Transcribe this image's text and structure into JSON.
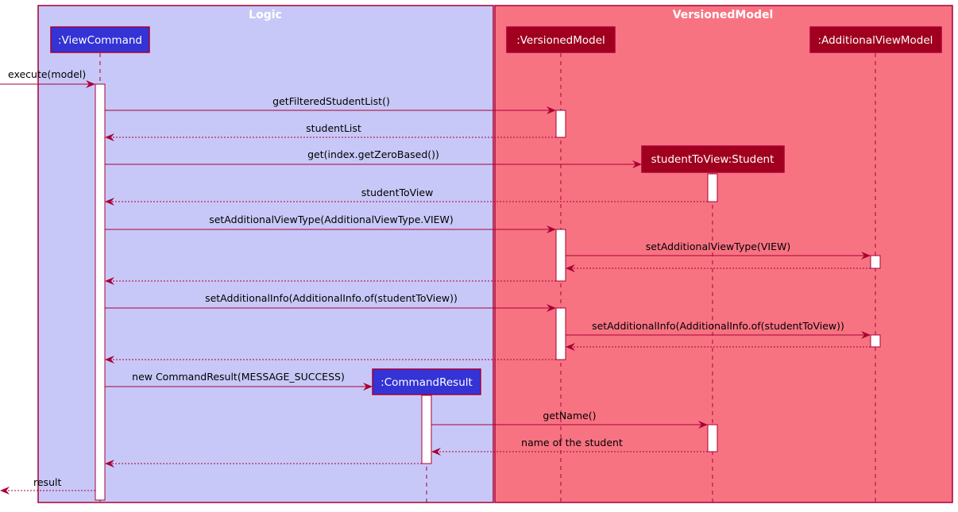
{
  "colors": {
    "logic_box": "#C8C8F8",
    "model_box": "#F87382",
    "box_border": "#A80036",
    "logic_participant": "#3333D6",
    "model_participant": "#A0001E",
    "arrow": "#A80036"
  },
  "boxes": [
    {
      "id": "logic",
      "title": "Logic"
    },
    {
      "id": "model",
      "title": "VersionedModel"
    }
  ],
  "participants": [
    {
      "id": "vc",
      "label": ":ViewCommand",
      "kind": "logic"
    },
    {
      "id": "vm",
      "label": ":VersionedModel",
      "kind": "model"
    },
    {
      "id": "avm",
      "label": ":AdditionalViewModel",
      "kind": "model"
    },
    {
      "id": "stv",
      "label": "studentToView:Student",
      "kind": "model"
    },
    {
      "id": "cr",
      "label": ":CommandResult",
      "kind": "logic"
    }
  ],
  "messages": [
    {
      "id": "m1",
      "label": "execute(model)",
      "from": "ext",
      "to": "vc",
      "type": "sync"
    },
    {
      "id": "m2",
      "label": "getFilteredStudentList()",
      "from": "vc",
      "to": "vm",
      "type": "sync"
    },
    {
      "id": "m3",
      "label": "studentList",
      "from": "vm",
      "to": "vc",
      "type": "return"
    },
    {
      "id": "m4",
      "label": "get(index.getZeroBased())",
      "from": "vc",
      "to": "stv",
      "type": "create"
    },
    {
      "id": "m5",
      "label": "studentToView",
      "from": "stv",
      "to": "vc",
      "type": "return"
    },
    {
      "id": "m6",
      "label": "setAdditionalViewType(AdditionalViewType.VIEW)",
      "from": "vc",
      "to": "vm",
      "type": "sync"
    },
    {
      "id": "m7",
      "label": "setAdditionalViewType(VIEW)",
      "from": "vm",
      "to": "avm",
      "type": "sync"
    },
    {
      "id": "m8",
      "label": "",
      "from": "avm",
      "to": "vm",
      "type": "return"
    },
    {
      "id": "m9",
      "label": "",
      "from": "vm",
      "to": "vc",
      "type": "return"
    },
    {
      "id": "m10",
      "label": "setAdditionalInfo(AdditionalInfo.of(studentToView))",
      "from": "vc",
      "to": "vm",
      "type": "sync"
    },
    {
      "id": "m11",
      "label": "setAdditionalInfo(AdditionalInfo.of(studentToView))",
      "from": "vm",
      "to": "avm",
      "type": "sync"
    },
    {
      "id": "m12",
      "label": "",
      "from": "avm",
      "to": "vm",
      "type": "return"
    },
    {
      "id": "m13",
      "label": "",
      "from": "vm",
      "to": "vc",
      "type": "return"
    },
    {
      "id": "m14",
      "label": "new CommandResult(MESSAGE_SUCCESS)",
      "from": "vc",
      "to": "cr",
      "type": "create"
    },
    {
      "id": "m15",
      "label": "getName()",
      "from": "cr",
      "to": "stv",
      "type": "sync"
    },
    {
      "id": "m16",
      "label": "name of the student",
      "from": "stv",
      "to": "cr",
      "type": "return"
    },
    {
      "id": "m17",
      "label": "",
      "from": "cr",
      "to": "vc",
      "type": "return"
    },
    {
      "id": "m18",
      "label": "result",
      "from": "vc",
      "to": "ext",
      "type": "return"
    }
  ]
}
